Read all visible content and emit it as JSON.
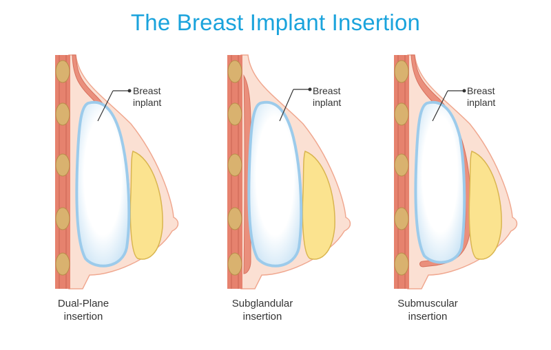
{
  "title": "The Breast Implant Insertion",
  "colors": {
    "title": "#1aa3dc",
    "tissue": "#fbe0d3",
    "muscle": "#e6826e",
    "fat_nodule": "#d9b26f",
    "gland": "#fbe38f",
    "implant": "#ffffff",
    "implant_edge": "#aed6ef"
  },
  "panels": [
    {
      "implant_label": [
        "Breast",
        "inplant"
      ],
      "caption": [
        "Dual-Plane",
        "insertion"
      ]
    },
    {
      "implant_label": [
        "Breast",
        "inplant"
      ],
      "caption": [
        "Subglandular",
        "insertion"
      ]
    },
    {
      "implant_label": [
        "Breast",
        "inplant"
      ],
      "caption": [
        "Submuscular",
        "insertion"
      ]
    }
  ]
}
